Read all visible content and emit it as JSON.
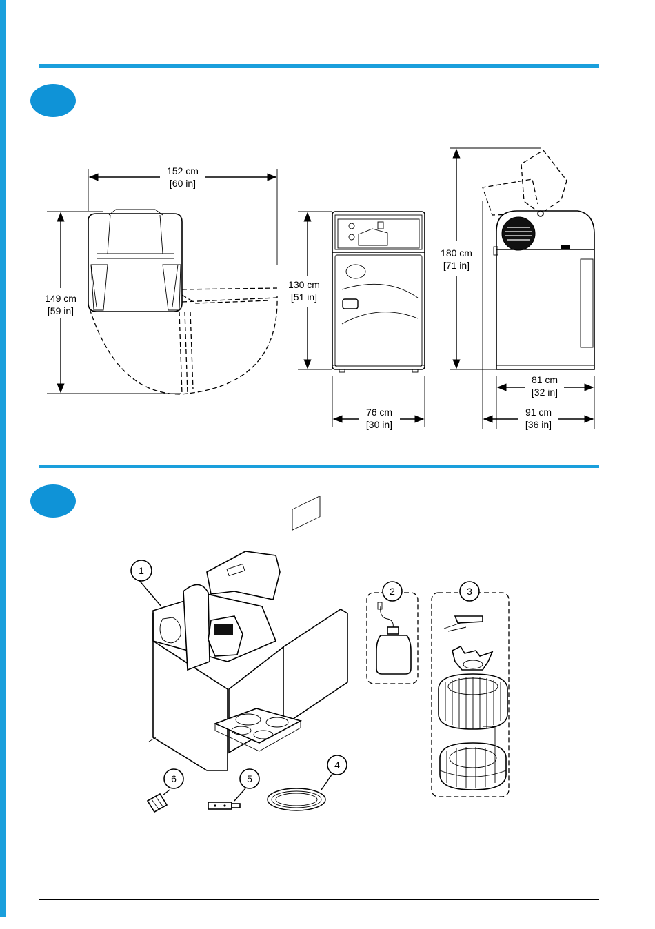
{
  "figures": {
    "dimensions": {
      "top_width": {
        "metric": "152 cm",
        "imperial": "[60 in]"
      },
      "top_depth": {
        "metric": "149 cm",
        "imperial": "[59 in]"
      },
      "front_height": {
        "metric": "130 cm",
        "imperial": "[51 in]"
      },
      "front_width": {
        "metric": "76 cm",
        "imperial": "[30 in]"
      },
      "side_height_open": {
        "metric": "180 cm",
        "imperial": "[71 in]"
      },
      "side_depth": {
        "metric": "81 cm",
        "imperial": "[32 in]"
      },
      "side_depth_total": {
        "metric": "91 cm",
        "imperial": "[36 in]"
      }
    },
    "components": {
      "callouts": [
        "1",
        "2",
        "3",
        "4",
        "5",
        "6"
      ]
    }
  },
  "colors": {
    "accent": "#1a9fdc",
    "badge": "#0f93d7"
  }
}
